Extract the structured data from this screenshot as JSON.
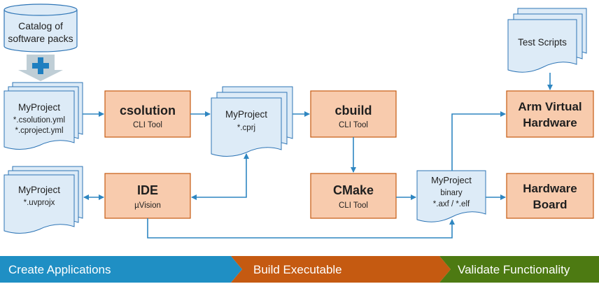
{
  "colors": {
    "tool_box": "#F8CBAD",
    "tool_border": "#C55A11",
    "doc_fill": "#DDEBF7",
    "doc_border": "#2E75B6",
    "arrow": "#2E86C1",
    "plus": "#1F7FC0",
    "down_arrow": "#B8C7CF",
    "band_create": "#1F8FC4",
    "band_build": "#C55A11",
    "band_validate": "#4D7A12"
  },
  "catalog": {
    "line1": "Catalog of",
    "line2": "software packs"
  },
  "docs": {
    "csolution_files": {
      "title": "MyProject",
      "line1": "*.csolution.yml",
      "line2": "*.cproject.yml"
    },
    "uvprojx_file": {
      "title": "MyProject",
      "line1": "*.uvprojx"
    },
    "cprj_file": {
      "title": "MyProject",
      "line1": "*.cprj"
    },
    "binary_file": {
      "title": "MyProject",
      "line1": "binary",
      "line2": "*.axf / *.elf"
    },
    "test_scripts": {
      "title": "Test Scripts"
    }
  },
  "tools": {
    "csolution": {
      "title": "csolution",
      "subtitle": "CLI Tool"
    },
    "ide": {
      "title": "IDE",
      "subtitle": "µVision"
    },
    "cbuild": {
      "title": "cbuild",
      "subtitle": "CLI Tool"
    },
    "cmake": {
      "title": "CMake",
      "subtitle": "CLI Tool"
    },
    "avh": {
      "title_line1": "Arm Virtual",
      "title_line2": "Hardware"
    },
    "board": {
      "title_line1": "Hardware",
      "title_line2": "Board"
    }
  },
  "bands": {
    "create": "Create Applications",
    "build": "Build Executable",
    "validate": "Validate Functionality"
  }
}
